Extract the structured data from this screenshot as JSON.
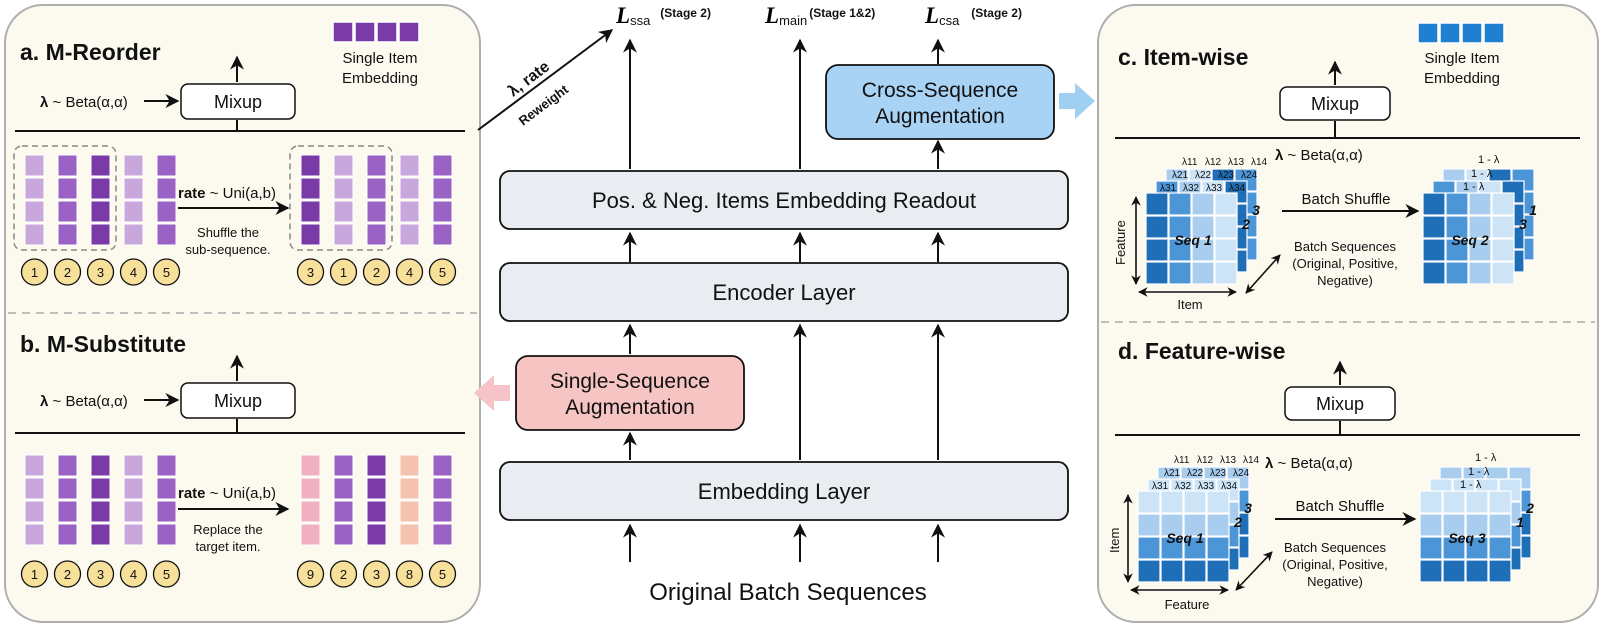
{
  "center": {
    "loss_ssa": "L",
    "loss_ssa_sub": "ssa",
    "loss_ssa_stage": "(Stage 2)",
    "loss_main": "L",
    "loss_main_sub": "main",
    "loss_main_stage": "(Stage 1&2)",
    "loss_csa": "L",
    "loss_csa_sub": "csa",
    "loss_csa_stage": "(Stage 2)",
    "lambda_rate": "λ, rate",
    "reweight": "Reweight",
    "csa_line1": "Cross-Sequence",
    "csa_line2": "Augmentation",
    "readout": "Pos. & Neg. Items Embedding Readout",
    "encoder": "Encoder Layer",
    "ssa_line1": "Single-Sequence",
    "ssa_line2": "Augmentation",
    "embedding": "Embedding Layer",
    "input": "Original Batch Sequences"
  },
  "panel_a": {
    "title": "a. M-Reorder",
    "legend_line1": "Single Item",
    "legend_line2": "Embedding",
    "lambda_bold": "λ",
    "lambda_rest": " ~ Beta(α,α)",
    "mixup": "Mixup",
    "rate_bold": "rate",
    "rate_rest": " ~ Uni(a,b)",
    "desc_line1": "Shuffle the",
    "desc_line2": "sub-sequence.",
    "left_ids": [
      "1",
      "2",
      "3",
      "4",
      "5"
    ],
    "right_ids": [
      "3",
      "1",
      "2",
      "4",
      "5"
    ]
  },
  "panel_b": {
    "title": "b. M-Substitute",
    "lambda_bold": "λ",
    "lambda_rest": " ~ Beta(α,α)",
    "mixup": "Mixup",
    "rate_bold": "rate",
    "rate_rest": " ~ Uni(a,b)",
    "desc_line1": "Replace the",
    "desc_line2": "target item.",
    "left_ids": [
      "1",
      "2",
      "3",
      "4",
      "5"
    ],
    "right_ids": [
      "9",
      "2",
      "3",
      "8",
      "5"
    ]
  },
  "panel_c": {
    "title": "c. Item-wise",
    "legend_line1": "Single Item",
    "legend_line2": "Embedding",
    "mixup": "Mixup",
    "lambda_bold": "λ",
    "lambda_rest": " ~ Beta(α,α)",
    "shuffle": "Batch Shuffle",
    "batch_line1": "Batch Sequences",
    "batch_line2": "(Original, Positive,",
    "batch_line3": "Negative)",
    "feature_axis": "Feature",
    "item_axis": "Item",
    "seq_left": "Seq 1",
    "seq_right": "Seq 2",
    "stack_left": [
      "2",
      "3"
    ],
    "stack_right": [
      "3",
      "1"
    ],
    "lambda_row1": [
      "λ11",
      "λ12",
      "λ13",
      "λ14"
    ],
    "lambda_row2": [
      "λ21",
      "λ22",
      "λ23",
      "λ24"
    ],
    "lambda_row3": [
      "λ31",
      "λ32",
      "λ33",
      "λ34"
    ],
    "one_minus": "1 - λ"
  },
  "panel_d": {
    "title": "d. Feature-wise",
    "mixup": "Mixup",
    "lambda_bold": "λ",
    "lambda_rest": " ~ Beta(α,α)",
    "shuffle": "Batch Shuffle",
    "batch_line1": "Batch Sequences",
    "batch_line2": "(Original, Positive,",
    "batch_line3": "Negative)",
    "item_axis": "Item",
    "feature_axis": "Feature",
    "seq_left": "Seq 1",
    "seq_right": "Seq 3",
    "stack_left": [
      "2",
      "3"
    ],
    "stack_right": [
      "1",
      "2"
    ],
    "lambda_row1": [
      "λ11",
      "λ12",
      "λ13",
      "λ14"
    ],
    "lambda_row2": [
      "λ21",
      "λ22",
      "λ23",
      "λ24"
    ],
    "lambda_row3": [
      "λ31",
      "λ32",
      "λ33",
      "λ34"
    ],
    "one_minus": "1 - λ"
  },
  "colors": {
    "panel_bg": "#fcf9ef",
    "panel_border": "#aeaeae",
    "layer_box": "#e9ecf0",
    "csa_box": "#a9d3f5",
    "ssa_box": "#f7c4c4",
    "purple_dark": "#7a3aa8",
    "purple_mid": "#9a62c4",
    "purple_light": "#c8a7dc",
    "pink": "#f2b1c0",
    "peach": "#f6c2b0",
    "id_circle": "#f7e09a",
    "blue_dark": "#1f6fb8",
    "blue_mid": "#4c95d6",
    "blue_light": "#a9cdef",
    "blue_pale": "#cde3f6",
    "arrow_blue": "#9fd0f2",
    "arrow_pink": "#f6c3c8"
  }
}
